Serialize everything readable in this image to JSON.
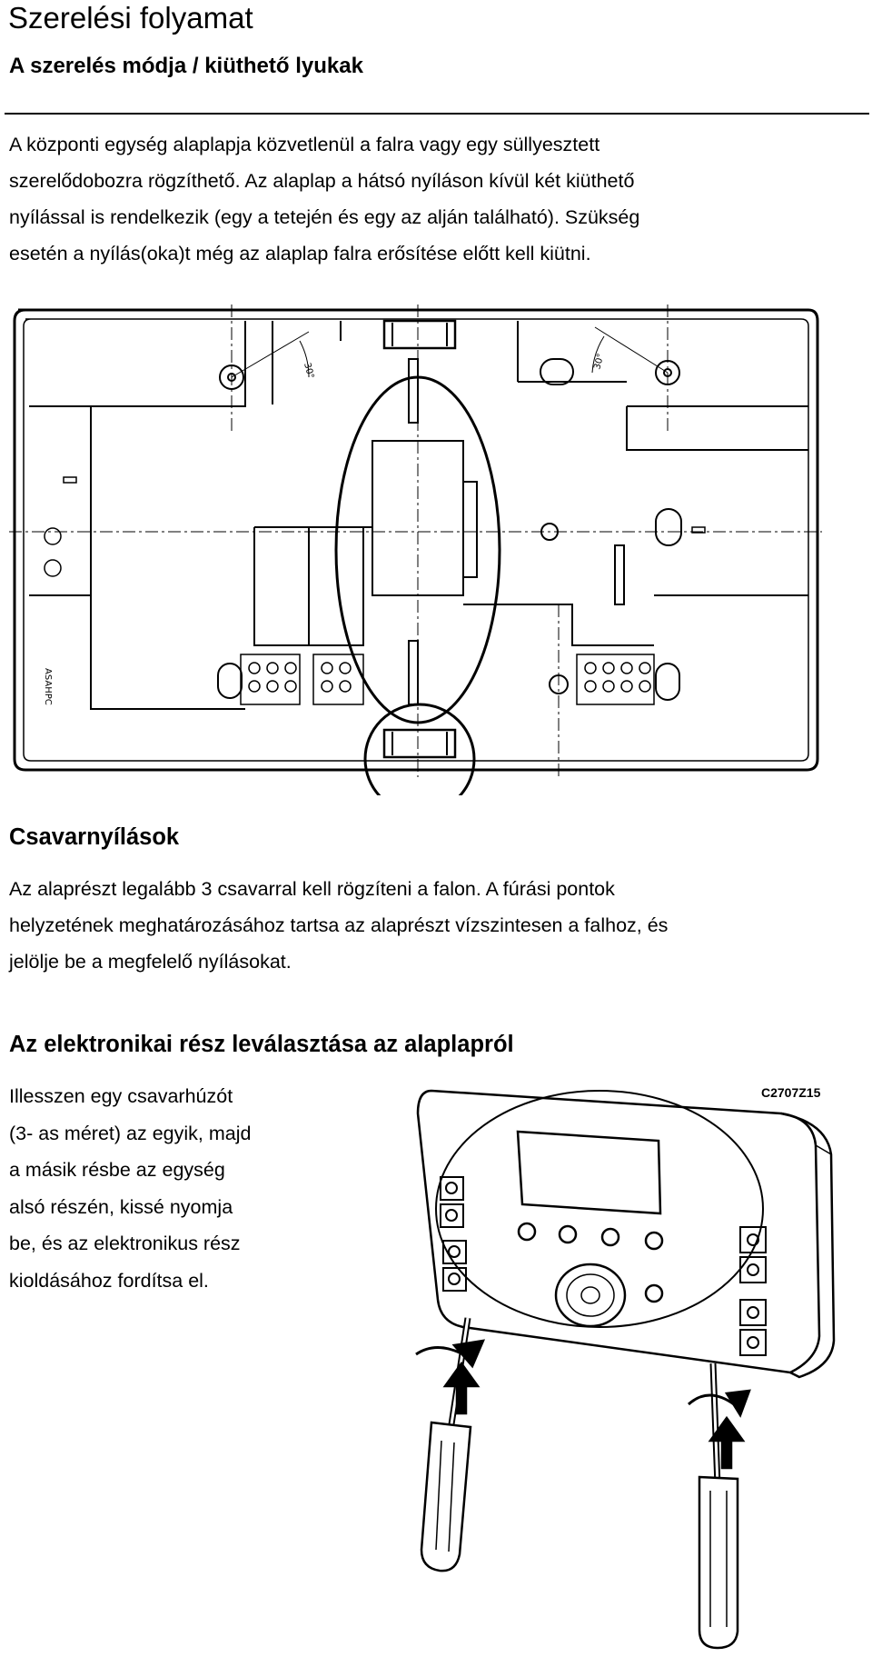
{
  "page": {
    "title": "Szerelési folyamat",
    "subtitle": "A szerelés módja / kiüthető lyukak"
  },
  "intro": {
    "lines": [
      "A központi egység alaplapja közvetlenül a falra vagy egy süllyesztett",
      "szerelődobozra rögzíthető. Az alaplap a hátsó nyíláson kívül két kiüthető",
      "nyílással is rendelkezik (egy a tetején és egy az alján található). Szükség",
      "esetén a nyílás(oka)t még az alaplap falra erősítése előtt kell kiütni."
    ]
  },
  "base_drawing": {
    "angle_label_left": "30°",
    "angle_label_right": "30°",
    "side_label": "ASAHPC"
  },
  "section_screws": {
    "heading": "Csavarnyílások",
    "lines": [
      "Az alaprészt legalább 3 csavarral kell rögzíteni a falon. A fúrási pontok",
      "helyzetének meghatározásához tartsa az alaprészt vízszintesen a falhoz, és",
      "jelölje be a megfelelő nyílásokat."
    ]
  },
  "section_detach": {
    "heading": "Az elektronikai rész leválasztása az alaplapról",
    "lines": [
      "Illesszen egy csavarhúzót",
      "(3- as méret) az egyik, majd",
      "a másik résbe az egység",
      "alsó részén, kissé nyomja",
      "be, és az elektronikus rész",
      "kioldásához fordítsa el."
    ],
    "figure_code": "C2707Z15"
  }
}
